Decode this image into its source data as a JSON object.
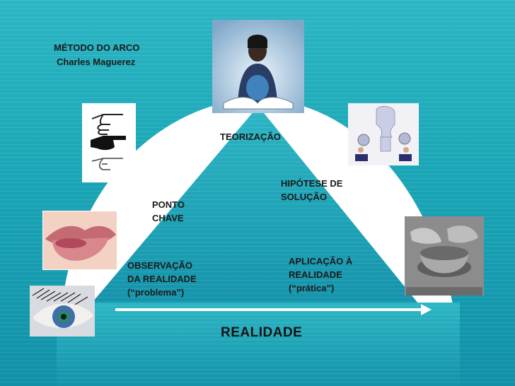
{
  "header": {
    "title": "MÉTODO DO ARCO",
    "author": "Charles Maguerez"
  },
  "steps": {
    "teorizacao": "TEORIZAÇÃO",
    "hipotese": [
      "HIPÓTESE DE",
      "SOLUÇÃO"
    ],
    "ponto_chave": [
      "PONTO",
      "CHAVE"
    ],
    "observacao": [
      "OBSERVAÇÃO",
      "DA REALIDADE",
      "(“problema”)"
    ],
    "aplicacao": [
      "APLICAÇÃO À",
      "REALIDADE",
      "(“prática”)"
    ]
  },
  "realidade": "REALIDADE",
  "icons": [
    "pointing-hands-icon",
    "reading-person-image",
    "puzzle-head-image",
    "lips-image",
    "eye-image",
    "pottery-hands-image"
  ],
  "colors": {
    "background": "#1fa5b8",
    "arc": "#ffffff",
    "arrow": "#ffffff",
    "text": "#1a1a1a"
  }
}
